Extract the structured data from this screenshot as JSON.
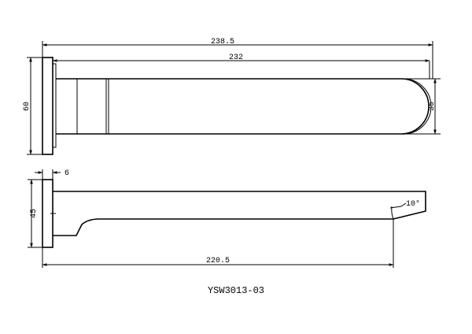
{
  "drawing": {
    "part_number": "YSW3013-03",
    "dimensions": {
      "overall_length": "238.5",
      "spout_length": "232",
      "plate_height": "60",
      "spout_height": "35",
      "side_height": "45",
      "plate_thickness": "6",
      "reach": "220.5",
      "angle": "10°"
    }
  }
}
